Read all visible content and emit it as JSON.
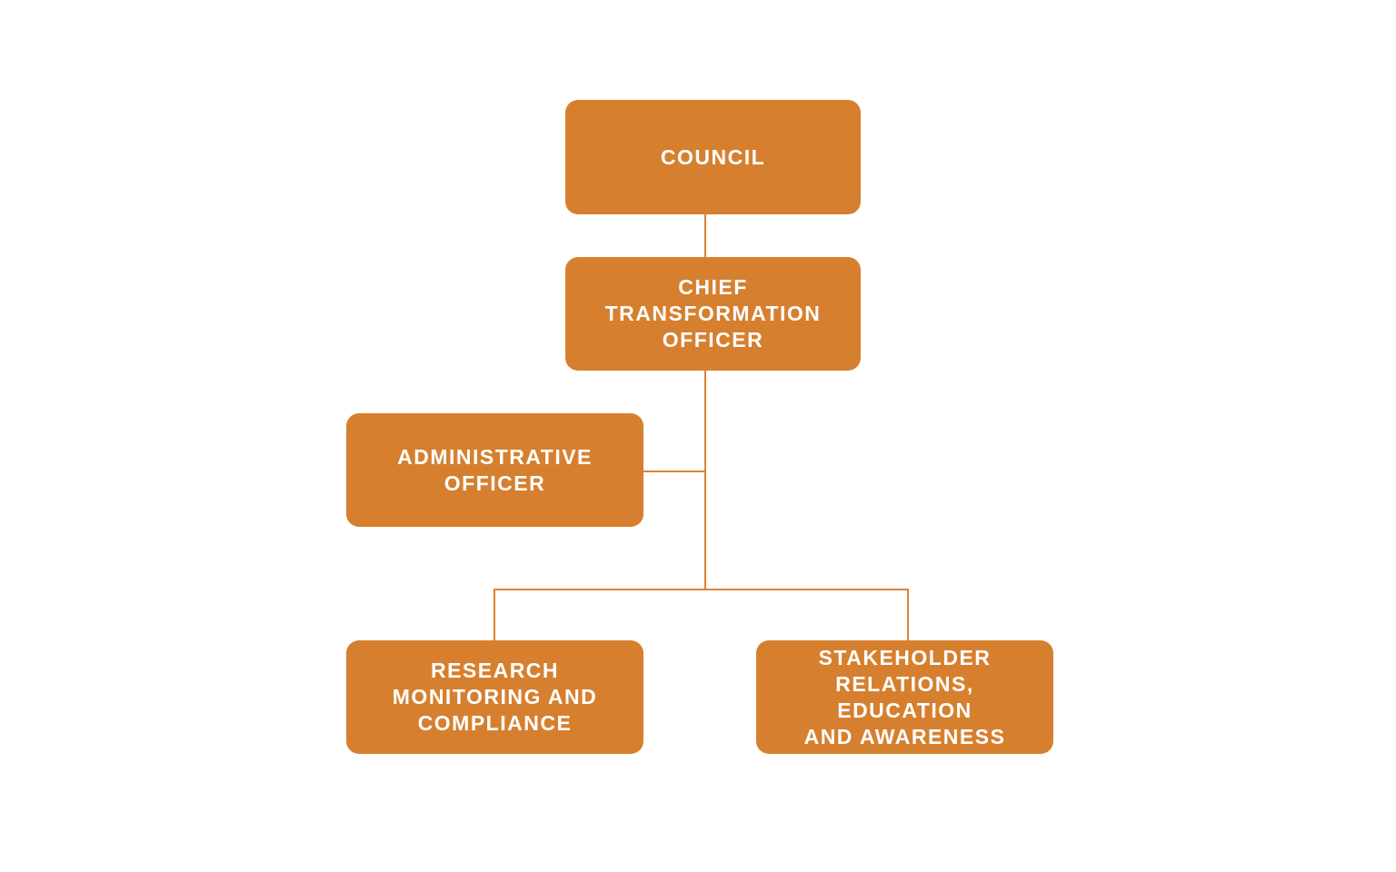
{
  "diagram": {
    "type": "org-chart",
    "background_color": "#ffffff",
    "node_fill_color": "#d6802f",
    "node_text_color": "#ffffff",
    "connector_color": "#de8233",
    "nodes": [
      {
        "id": "council",
        "label": "COUNCIL"
      },
      {
        "id": "cto",
        "label": "CHIEF\nTRANSFORMATION\nOFFICER"
      },
      {
        "id": "admin",
        "label": "ADMINISTRATIVE\nOFFICER"
      },
      {
        "id": "research",
        "label": "RESEARCH\nMONITORING AND\nCOMPLIANCE"
      },
      {
        "id": "stakeholder",
        "label": "STAKEHOLDER\nRELATIONS, EDUCATION\nAND AWARENESS"
      }
    ],
    "edges": [
      {
        "from": "COUNCIL",
        "to": "CHIEF TRANSFORMATION OFFICER"
      },
      {
        "from": "CHIEF TRANSFORMATION OFFICER",
        "to": "ADMINISTRATIVE OFFICER"
      },
      {
        "from": "CHIEF TRANSFORMATION OFFICER",
        "to": "RESEARCH MONITORING AND COMPLIANCE"
      },
      {
        "from": "CHIEF TRANSFORMATION OFFICER",
        "to": "STAKEHOLDER RELATIONS, EDUCATION AND AWARENESS"
      }
    ]
  }
}
